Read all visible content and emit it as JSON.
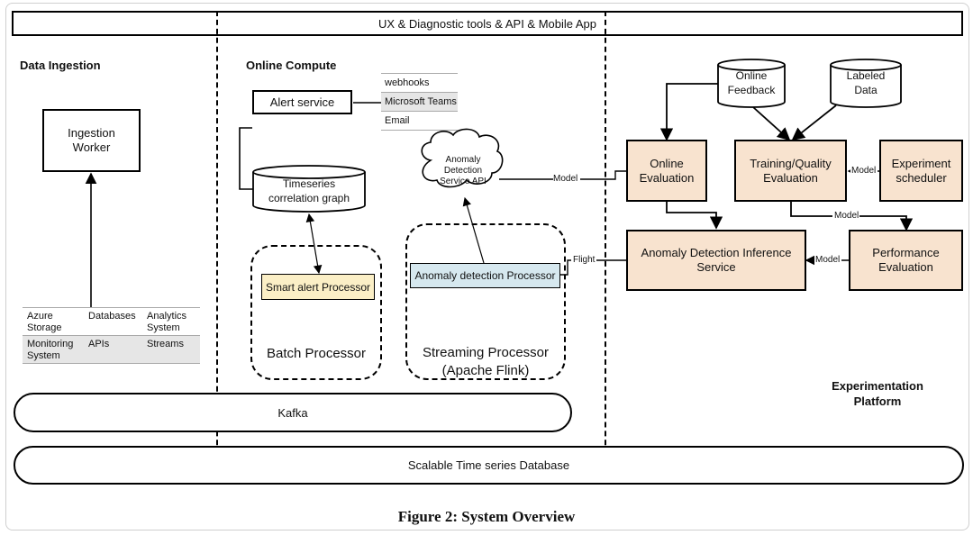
{
  "header": {
    "label": "UX & Diagnostic tools & API & Mobile App"
  },
  "sections": {
    "ingestion": "Data Ingestion",
    "online": "Online Compute",
    "experimentation": "Experimentation Platform"
  },
  "ingestion": {
    "worker": "Ingestion Worker",
    "sources": [
      [
        "Azure Storage",
        "Databases",
        "Analytics System"
      ],
      [
        "Monitoring System",
        "APIs",
        "Streams"
      ]
    ]
  },
  "online": {
    "alert_service": "Alert service",
    "channels": [
      "webhooks",
      "Microsoft Teams",
      "Email"
    ],
    "timeseries_graph": "Timeseries correlation graph",
    "ad_service_api": "Anomaly Detection Service API",
    "smart_alert": "Smart alert Processor",
    "batch_processor": "Batch Processor",
    "anomaly_processor": "Anomaly detection Processor",
    "streaming_processor": "Streaming Processor (Apache Flink)"
  },
  "experimentation": {
    "online_feedback": "Online Feedback",
    "labeled_data": "Labeled Data",
    "online_evaluation": "Online Evaluation",
    "training_quality": "Training/Quality Evaluation",
    "experiment_scheduler": "Experiment scheduler",
    "inference_service": "Anomaly Detection Inference Service",
    "performance_eval": "Performance Evaluation"
  },
  "edge_labels": {
    "model": "Model",
    "flight": "Flight"
  },
  "bus": {
    "kafka": "Kafka",
    "tsdb": "Scalable Time series Database"
  },
  "caption": "Figure 2: System Overview"
}
